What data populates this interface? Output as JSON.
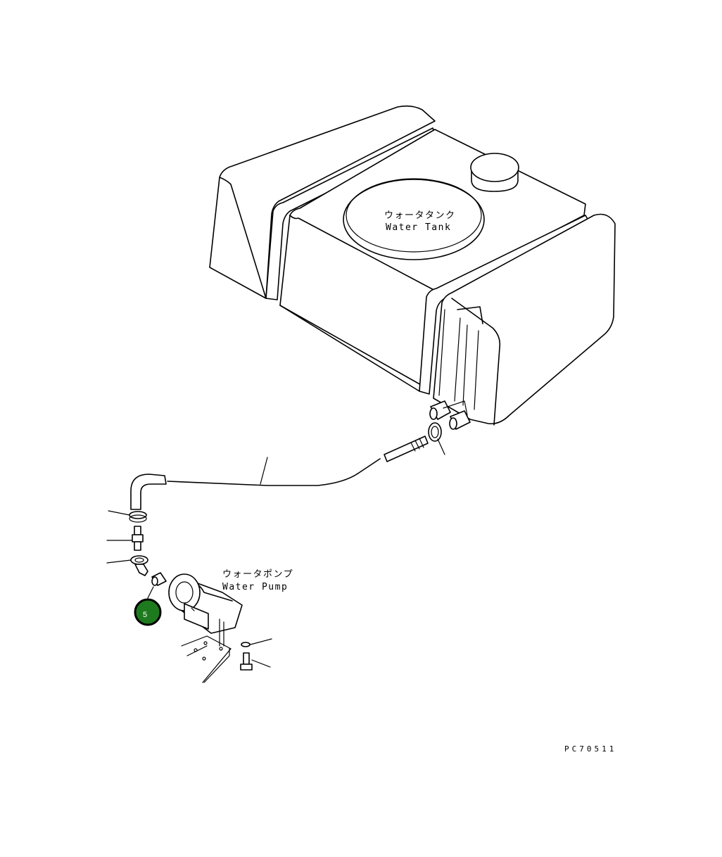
{
  "labels": {
    "tank_jp": "ウォータタンク",
    "tank_en": "Water Tank",
    "pump_jp": "ウォータポンプ",
    "pump_en": "Water Pump"
  },
  "callout": {
    "number": "5",
    "color": "#1e7a1e"
  },
  "figure_code": "PC70511"
}
